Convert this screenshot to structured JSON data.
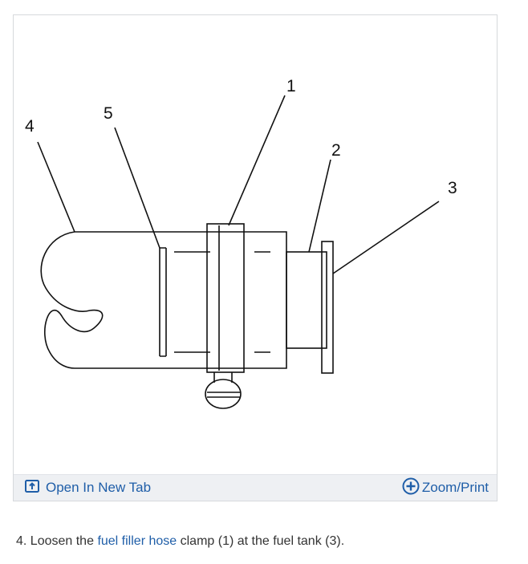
{
  "figure": {
    "callouts": [
      "1",
      "2",
      "3",
      "4",
      "5"
    ],
    "toolbar": {
      "open_label": "Open In New Tab",
      "open_icon": "open-new-tab-icon",
      "zoom_label": "Zoom/Print",
      "zoom_icon": "zoom-plus-icon"
    }
  },
  "step": {
    "number": "4.",
    "before": "Loosen the",
    "link": "fuel filler hose",
    "after": "clamp (1) at the fuel tank (3)."
  },
  "colors": {
    "link": "#1f5ea8",
    "toolbar_bg": "#eef0f3",
    "frame_border": "#d6d9dc"
  }
}
